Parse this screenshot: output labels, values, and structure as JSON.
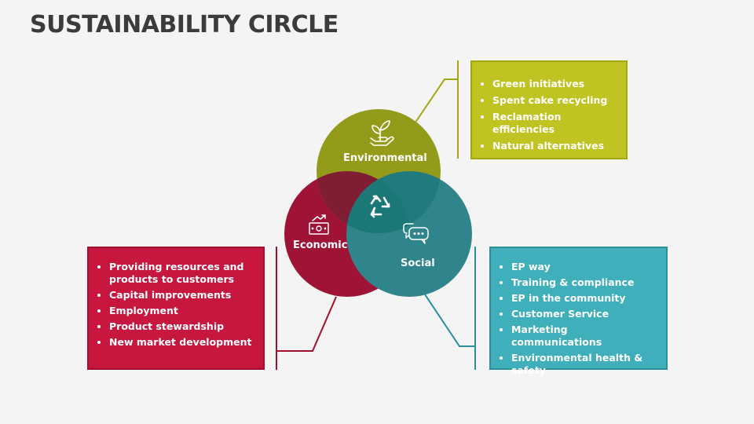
{
  "title": "SUSTAINABILITY CIRCLE",
  "colors": {
    "environmental": "#949b1b",
    "economic": "#9f1436",
    "social": "#2f858b",
    "center": "#1b7877",
    "env_box": "#bfc422",
    "eco_box": "#c8173f",
    "soc_box": "#3fb0bb"
  },
  "circles": {
    "environmental": {
      "label": "Environmental",
      "icon": "plant-hand-icon"
    },
    "economic": {
      "label": "Economic",
      "icon": "money-growth-icon"
    },
    "social": {
      "label": "Social",
      "icon": "chat-bubbles-icon"
    },
    "center": {
      "icon": "recycle-icon"
    }
  },
  "boxes": {
    "environmental": {
      "items": [
        "Green initiatives",
        "Spent cake recycling",
        "Reclamation efficiencies",
        "Natural alternatives"
      ]
    },
    "economic": {
      "items": [
        "Providing resources and products to customers",
        "Capital improvements",
        "Employment",
        "Product stewardship",
        "New market development"
      ]
    },
    "social": {
      "items": [
        "EP way",
        "Training & compliance",
        "EP in the community",
        "Customer Service",
        "Marketing communications",
        "Environmental health & safety"
      ]
    }
  }
}
